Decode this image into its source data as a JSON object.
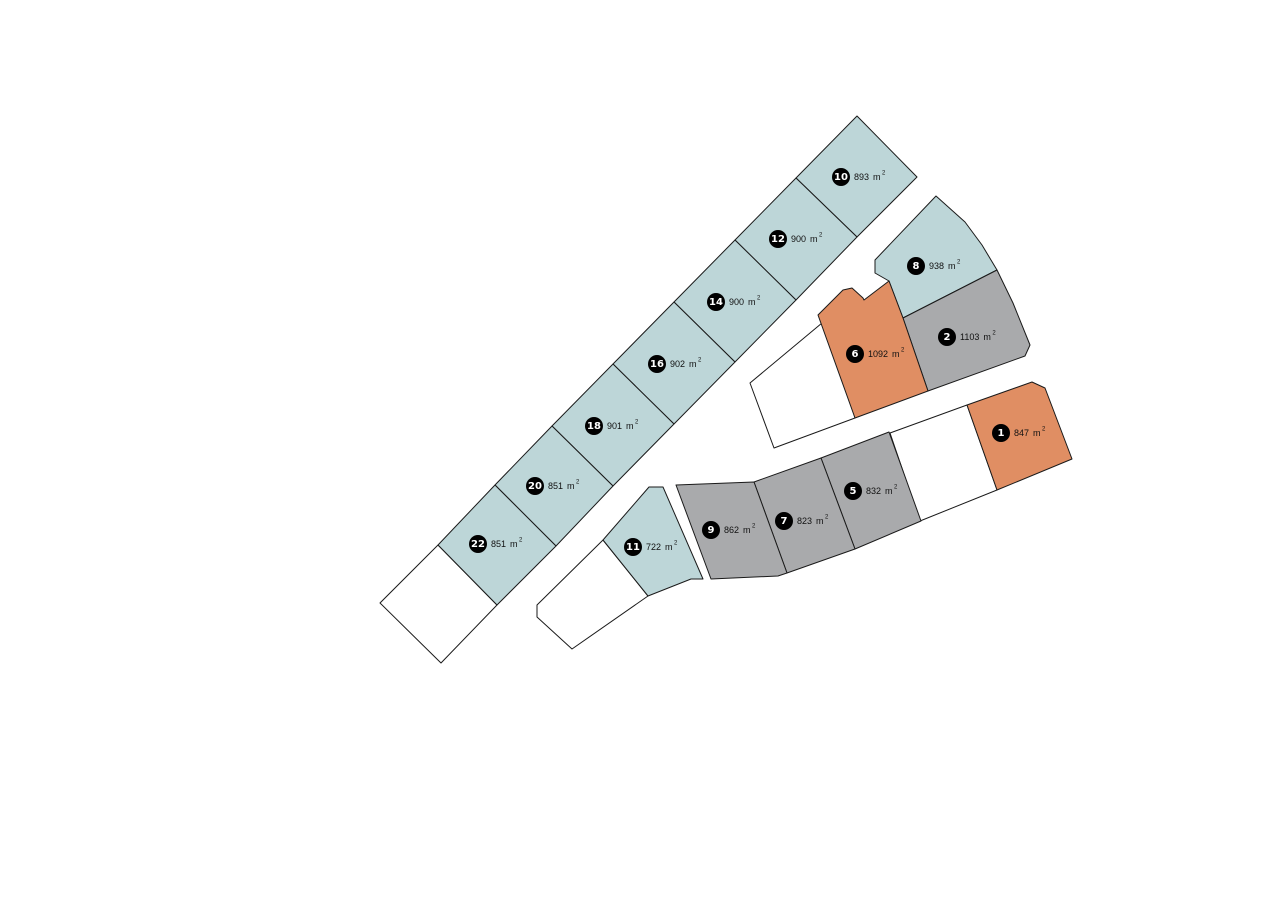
{
  "colors": {
    "available": "#bdd6d8",
    "sold": "#a9aaac",
    "reserved": "#e08e63",
    "common": "#ffffff",
    "outline": "#1a1a1a"
  },
  "unit": "m",
  "unit_sup": "2",
  "plots": [
    {
      "id": "plot-10",
      "number": "10",
      "area": "893",
      "status": "available"
    },
    {
      "id": "plot-12",
      "number": "12",
      "area": "900",
      "status": "available"
    },
    {
      "id": "plot-14",
      "number": "14",
      "area": "900",
      "status": "available"
    },
    {
      "id": "plot-16",
      "number": "16",
      "area": "902",
      "status": "available"
    },
    {
      "id": "plot-18",
      "number": "18",
      "area": "901",
      "status": "available"
    },
    {
      "id": "plot-20",
      "number": "20",
      "area": "851",
      "status": "available"
    },
    {
      "id": "plot-22",
      "number": "22",
      "area": "851",
      "status": "available"
    },
    {
      "id": "plot-8",
      "number": "8",
      "area": "938",
      "status": "available"
    },
    {
      "id": "plot-2",
      "number": "2",
      "area": "1103",
      "status": "sold"
    },
    {
      "id": "plot-6",
      "number": "6",
      "area": "1092",
      "status": "reserved"
    },
    {
      "id": "plot-1",
      "number": "1",
      "area": "847",
      "status": "reserved"
    },
    {
      "id": "plot-5",
      "number": "5",
      "area": "832",
      "status": "sold"
    },
    {
      "id": "plot-7",
      "number": "7",
      "area": "823",
      "status": "sold"
    },
    {
      "id": "plot-9",
      "number": "9",
      "area": "862",
      "status": "sold"
    },
    {
      "id": "plot-11",
      "number": "11",
      "area": "722",
      "status": "available"
    }
  ]
}
